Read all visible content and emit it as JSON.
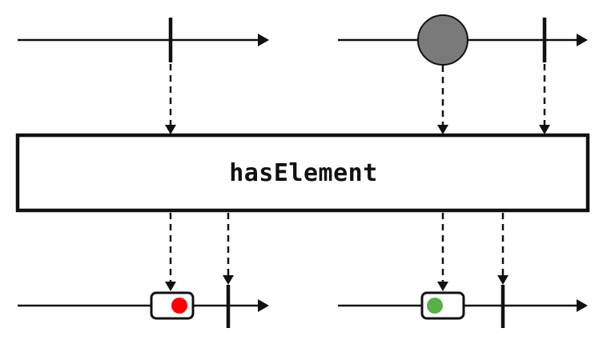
{
  "operator": {
    "label": "hasElement"
  },
  "colors": {
    "line": "#111111",
    "element_marble": "#7a7a7a",
    "result_false": "#ff0000",
    "result_true": "#58b147",
    "background": "#ffffff"
  },
  "inputs": [
    {
      "events": [
        "complete"
      ]
    },
    {
      "events": [
        "element",
        "complete"
      ]
    }
  ],
  "outputs": [
    {
      "events": [
        "boolean-false",
        "complete"
      ]
    },
    {
      "events": [
        "boolean-true",
        "complete"
      ]
    }
  ]
}
